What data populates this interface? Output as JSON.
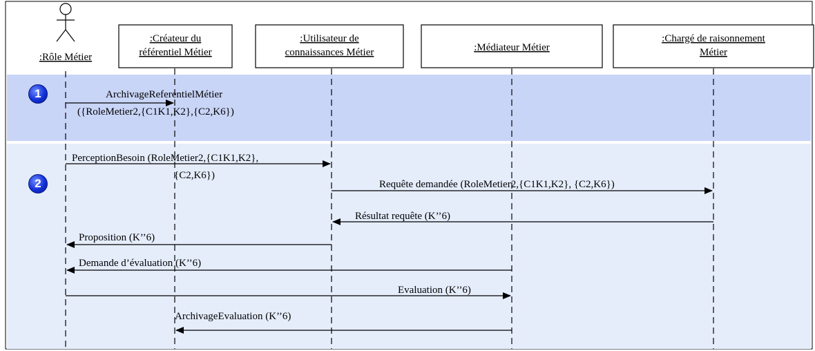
{
  "actor": {
    "label": ":Rôle Métier"
  },
  "objects": [
    {
      "lines": [
        ":Créateur du",
        "référentiel Métier"
      ]
    },
    {
      "lines": [
        ":Utilisateur de",
        "connaissances Métier"
      ]
    },
    {
      "lines": [
        ":Médiateur Métier"
      ]
    },
    {
      "lines": [
        ":Chargé de raisonnement",
        "Métier"
      ]
    }
  ],
  "bands": [
    {
      "number": "1",
      "color": "#c9d5f7"
    },
    {
      "number": "2",
      "color": "#e5edfb"
    }
  ],
  "messages": [
    {
      "lines": [
        "ArchivageReferentielMétier",
        "({RoleMetier2,{C1K1,K2},{C2,K6})"
      ],
      "from": 0,
      "to": 1
    },
    {
      "lines": [
        "PerceptionBesoin (RoleMetier2,{C1K1,K2},",
        "{C2,K6})"
      ],
      "from": 0,
      "to": 2
    },
    {
      "lines": [
        "Requête demandée (RoleMetier2,{C1K1,K2}, {C2,K6})"
      ],
      "from": 2,
      "to": 4
    },
    {
      "lines": [
        "Résultat requête (K’’6)"
      ],
      "from": 4,
      "to": 2
    },
    {
      "lines": [
        "Proposition (K’’6)"
      ],
      "from": 2,
      "to": 0
    },
    {
      "lines": [
        "Demande d’évaluation (K’’6)"
      ],
      "from": 3,
      "to": 0
    },
    {
      "lines": [
        "Evaluation (K’’6)"
      ],
      "from": 0,
      "to": 3
    },
    {
      "lines": [
        "ArchivageEvaluation (K’’6)"
      ],
      "from": 3,
      "to": 1
    }
  ],
  "colors": {
    "line": "#000000",
    "box_fill": "#ffffff"
  }
}
